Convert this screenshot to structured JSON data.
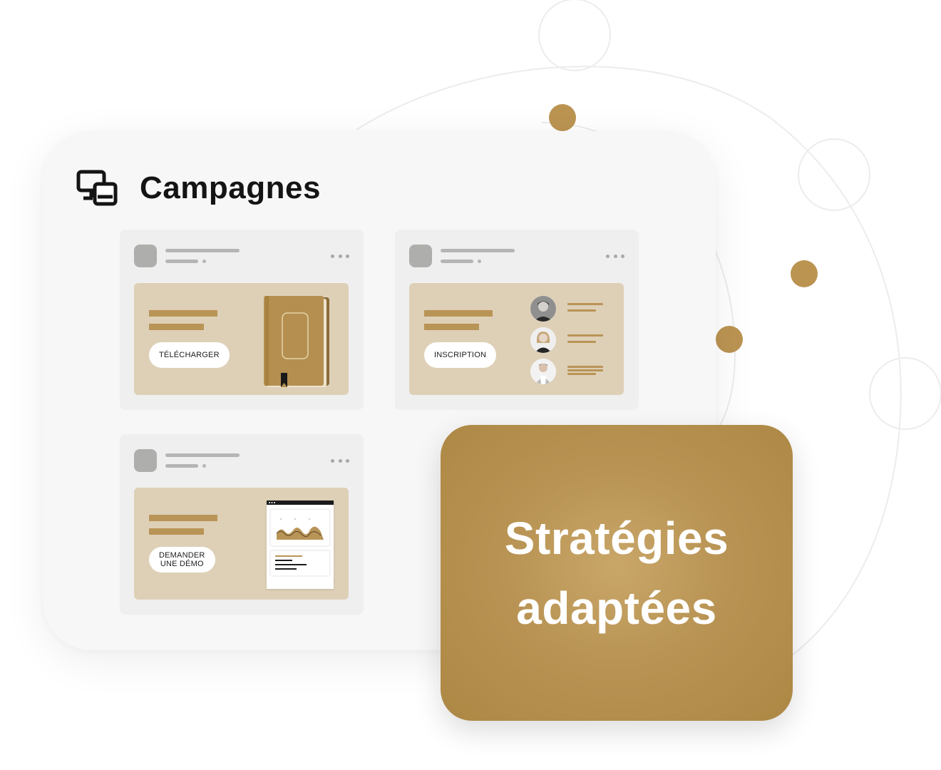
{
  "header": {
    "title": "Campagnes",
    "icon": "devices-icon"
  },
  "posts": [
    {
      "cta": "TÉLÉCHARGER",
      "visual": "book-icon"
    },
    {
      "cta": "INSCRIPTION",
      "visual": "speakers-avatars"
    },
    {
      "cta_line1": "DEMANDER",
      "cta_line2": "UNE DÉMO",
      "visual": "dashboard-preview"
    }
  ],
  "strategy": {
    "line1": "Stratégies",
    "line2": "adaptées"
  },
  "colors": {
    "accent_gold": "#b99457",
    "creative_bg": "#ded0b7",
    "post_bg": "#efefef",
    "card_bg": "#f7f7f7",
    "orbit_dot": "#bb9452",
    "title_text": "#141414"
  }
}
